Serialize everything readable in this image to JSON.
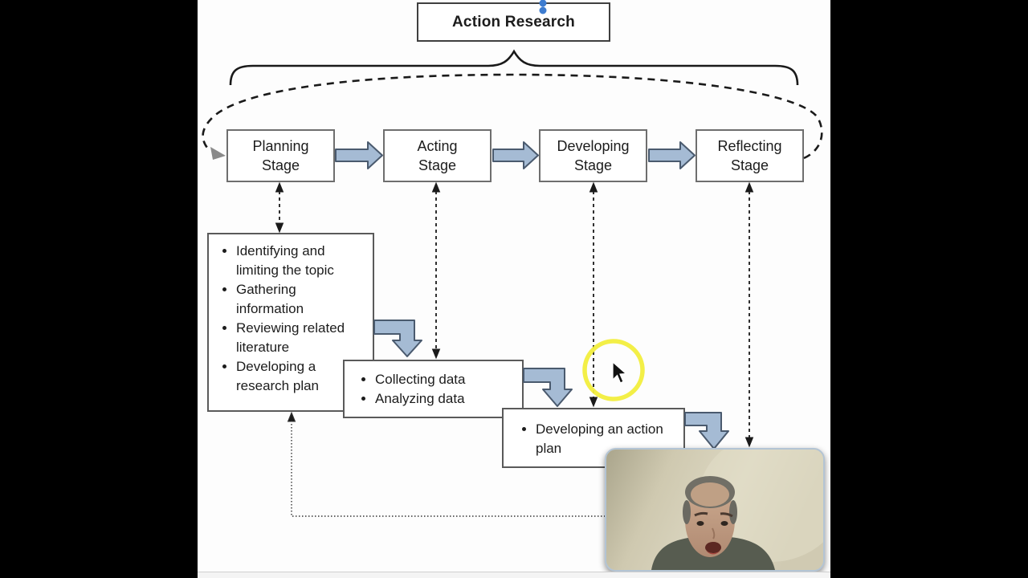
{
  "title": {
    "label": "Action Research"
  },
  "stages": [
    {
      "label": "Planning\nStage"
    },
    {
      "label": "Acting\nStage"
    },
    {
      "label": "Developing\nStage"
    },
    {
      "label": "Reflecting\nStage"
    }
  ],
  "detail_boxes": [
    {
      "items": [
        "Identifying and limiting the topic",
        "Gathering information",
        "Reviewing related literature",
        "Developing a research plan"
      ]
    },
    {
      "items": [
        "Collecting data",
        "Analyzing data"
      ]
    },
    {
      "items": [
        "Developing an action plan"
      ]
    }
  ],
  "diagram": {
    "type": "flow-cycle",
    "flow_sequence": [
      "Planning Stage",
      "Acting Stage",
      "Developing Stage",
      "Reflecting Stage"
    ],
    "cycle_loop": "dashed ellipse looping from Reflecting Stage back into Planning Stage",
    "stage_detail_links": [
      {
        "stage": "Planning Stage",
        "details": "Identifying and limiting the topic; Gathering information; Reviewing related literature; Developing a research plan"
      },
      {
        "stage": "Acting Stage",
        "details": "Collecting data; Analyzing data"
      },
      {
        "stage": "Developing Stage",
        "details": "Developing an action plan"
      },
      {
        "stage": "Reflecting Stage",
        "details": "box hidden behind webcam overlay"
      }
    ]
  },
  "overlays": {
    "webcam_video": "presenter-face",
    "cursor": "arrow-cursor",
    "highlight": "yellow-circle-ring",
    "selection_handles": "two-blue-dots"
  },
  "colors": {
    "arrow_fill": "#a5bbd4",
    "arrow_outline": "#4a5a6e",
    "highlight_ring": "#f2ee3d",
    "selection_handle": "#3d7cd0",
    "line": "#1a1a1a",
    "box_border": "#5a5a5a"
  }
}
